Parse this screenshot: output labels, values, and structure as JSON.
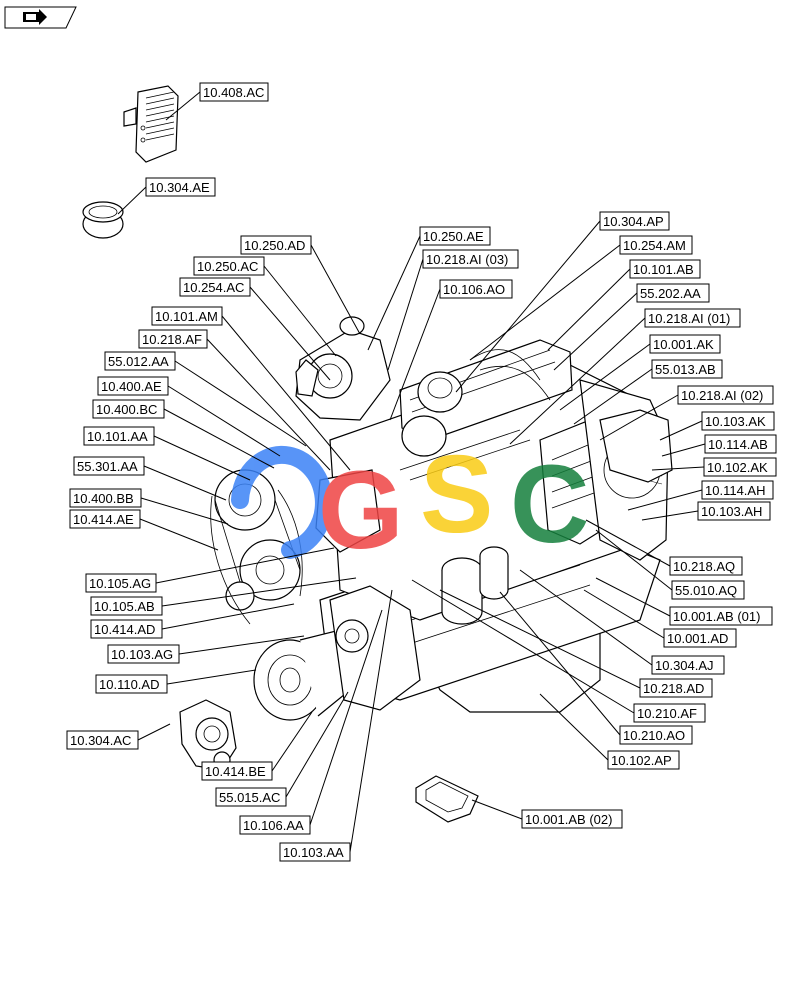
{
  "nav_icon": "arrow-tab-icon",
  "watermark": {
    "letters": [
      "G",
      "S",
      "C"
    ],
    "colors": [
      "#3b82f6",
      "#ef4444",
      "#facc15",
      "#15803d"
    ]
  },
  "callouts": [
    {
      "id": "c1",
      "label": "10.408.AC"
    },
    {
      "id": "c2",
      "label": "10.304.AE"
    },
    {
      "id": "c3",
      "label": "10.304.AP"
    },
    {
      "id": "c4",
      "label": "10.250.AD"
    },
    {
      "id": "c5",
      "label": "10.250.AE"
    },
    {
      "id": "c6",
      "label": "10.254.AM"
    },
    {
      "id": "c7",
      "label": "10.218.AI (03)"
    },
    {
      "id": "c8",
      "label": "10.250.AC"
    },
    {
      "id": "c9",
      "label": "10.101.AB"
    },
    {
      "id": "c10",
      "label": "10.254.AC"
    },
    {
      "id": "c11",
      "label": "10.106.AO"
    },
    {
      "id": "c12",
      "label": "55.202.AA"
    },
    {
      "id": "c13",
      "label": "10.101.AM"
    },
    {
      "id": "c14",
      "label": "10.218.AI (01)"
    },
    {
      "id": "c15",
      "label": "10.218.AF"
    },
    {
      "id": "c16",
      "label": "10.001.AK"
    },
    {
      "id": "c17",
      "label": "55.012.AA"
    },
    {
      "id": "c18",
      "label": "55.013.AB"
    },
    {
      "id": "c19",
      "label": "10.400.AE"
    },
    {
      "id": "c20",
      "label": "10.218.AI (02)"
    },
    {
      "id": "c21",
      "label": "10.400.BC"
    },
    {
      "id": "c22",
      "label": "10.103.AK"
    },
    {
      "id": "c23",
      "label": "10.101.AA"
    },
    {
      "id": "c24",
      "label": "10.114.AB"
    },
    {
      "id": "c25",
      "label": "55.301.AA"
    },
    {
      "id": "c26",
      "label": "10.102.AK"
    },
    {
      "id": "c27",
      "label": "10.114.AH"
    },
    {
      "id": "c28",
      "label": "10.400.BB"
    },
    {
      "id": "c29",
      "label": "10.103.AH"
    },
    {
      "id": "c30",
      "label": "10.414.AE"
    },
    {
      "id": "c31",
      "label": "10.218.AQ"
    },
    {
      "id": "c32",
      "label": "10.105.AG"
    },
    {
      "id": "c33",
      "label": "55.010.AQ"
    },
    {
      "id": "c34",
      "label": "10.105.AB"
    },
    {
      "id": "c35",
      "label": "10.001.AB (01)"
    },
    {
      "id": "c36",
      "label": "10.414.AD"
    },
    {
      "id": "c37",
      "label": "10.001.AD"
    },
    {
      "id": "c38",
      "label": "10.103.AG"
    },
    {
      "id": "c39",
      "label": "10.304.AJ"
    },
    {
      "id": "c40",
      "label": "10.110.AD"
    },
    {
      "id": "c41",
      "label": "10.218.AD"
    },
    {
      "id": "c42",
      "label": "10.210.AF"
    },
    {
      "id": "c43",
      "label": "10.304.AC"
    },
    {
      "id": "c44",
      "label": "10.210.AO"
    },
    {
      "id": "c45",
      "label": "10.102.AP"
    },
    {
      "id": "c46",
      "label": "10.414.BE"
    },
    {
      "id": "c47",
      "label": "55.015.AC"
    },
    {
      "id": "c48",
      "label": "10.001.AB (02)"
    },
    {
      "id": "c49",
      "label": "10.106.AA"
    },
    {
      "id": "c50",
      "label": "10.103.AA"
    }
  ]
}
